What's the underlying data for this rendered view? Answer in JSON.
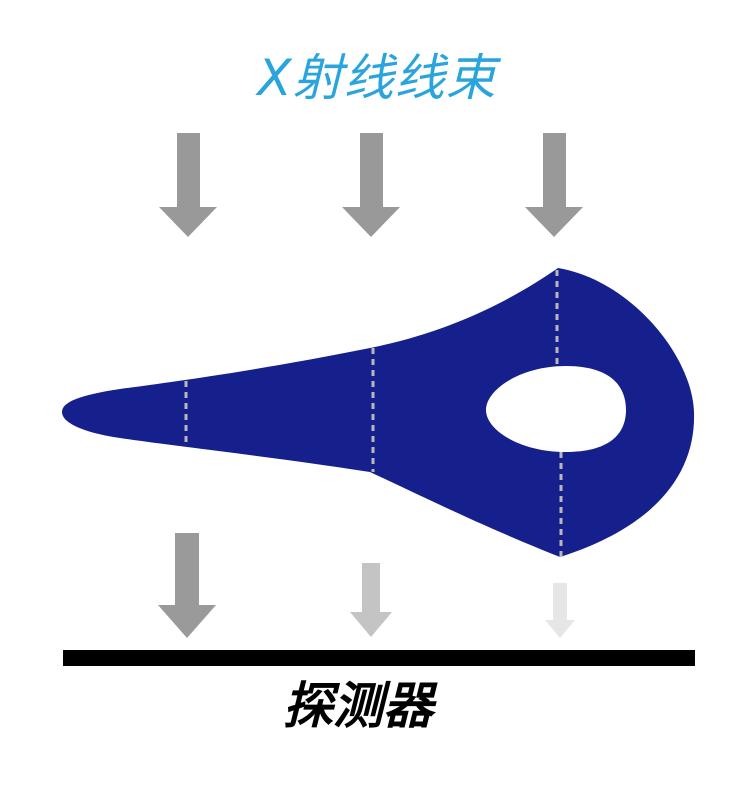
{
  "title": "X射线线束",
  "detector_label": "探测器",
  "colors": {
    "title": "#2aa4dc",
    "object_fill": "#16208c",
    "incident_arrow": "#999999",
    "transmitted_strong": "#9a9a9a",
    "transmitted_medium": "#c4c4c4",
    "transmitted_weak": "#e6e6e6",
    "path_line": "#b8b8b8",
    "detector": "#000000"
  },
  "icons": {
    "incident_arrow": "down-arrow-icon",
    "transmitted_arrow": "down-arrow-icon"
  },
  "beams": [
    {
      "id": "left",
      "relative_transmitted_intensity": 1.0
    },
    {
      "id": "middle",
      "relative_transmitted_intensity": 0.55
    },
    {
      "id": "right",
      "relative_transmitted_intensity": 0.25
    }
  ]
}
